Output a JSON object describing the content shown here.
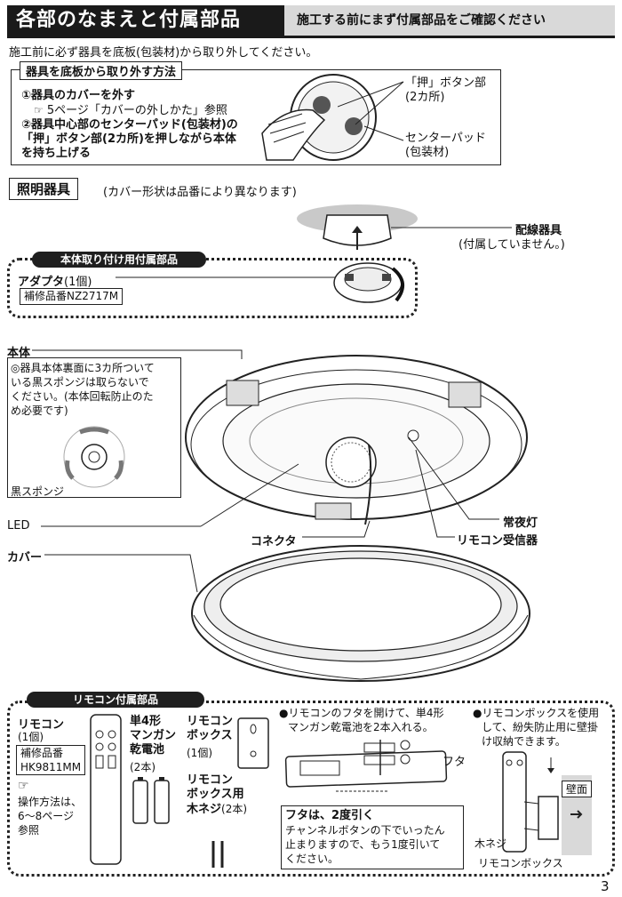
{
  "header": {
    "title": "各部のなまえと付属部品",
    "subtitle": "施工する前にまず付属部品をご確認ください"
  },
  "intro": "施工前に必ず器具を底板(包装材)から取り外してください。",
  "removal": {
    "title": "器具を底板から取り外す方法",
    "step1": "①器具のカバーを外す",
    "step1_ref": "5ページ「カバーの外しかた」参照",
    "step2_l1": "②器具中心部のセンターパッド(包装材)の",
    "step2_l2": "「押」ボタン部(2カ所)を押しながら本体",
    "step2_l3": "を持ち上げる",
    "callout_push_l1": "「押」ボタン部",
    "callout_push_l2": "(2カ所)",
    "callout_pad_l1": "センターパッド",
    "callout_pad_l2": "(包装材)"
  },
  "fixture": {
    "title": "照明器具",
    "note": "(カバー形状は品番により異なります)",
    "wiring_l1": "配線器具",
    "wiring_l2": "(付属していません。)",
    "mount_parts": "本体取り付け用付属部品",
    "adapter": "アダプタ",
    "adapter_qty": "(1個)",
    "adapter_part": "補修品番NZ2717M",
    "body": "本体",
    "body_note_l1": "◎器具本体裏面に3カ所ついて",
    "body_note_l2": "いる黒スポンジは取らないで",
    "body_note_l3": "ください。(本体回転防止のた",
    "body_note_l4": "め必要です)",
    "sponge": "黒スポンジ",
    "led": "LED",
    "connector": "コネクタ",
    "nightlight": "常夜灯",
    "receiver": "リモコン受信器",
    "cover": "カバー"
  },
  "remote": {
    "title": "リモコン付属部品",
    "remote_name": "リモコン",
    "remote_qty": "(1個)",
    "remote_part_l1": "補修品番",
    "remote_part_l2": "HK9811MM",
    "ops_l1": "操作方法は、",
    "ops_l2": "6〜8ページ",
    "ops_l3": "参照",
    "battery_l1": "単4形",
    "battery_l2": "マンガン",
    "battery_l3": "乾電池",
    "battery_qty": "(2本)",
    "box_l1": "リモコン",
    "box_l2": "ボックス",
    "box_qty": "(1個)",
    "screw_l1": "リモコン",
    "screw_l2": "ボックス用",
    "screw_l3": "木ネジ",
    "screw_qty": "(2本)",
    "insert_l1": "●リモコンのフタを開けて、単4形",
    "insert_l2": "マンガン乾電池を2本入れる。",
    "lid": "フタ",
    "lid_note_title": "フタは、2度引く",
    "lid_note_l1": "チャンネルボタンの下でいったん",
    "lid_note_l2": "止まりますので、もう1度引いて",
    "lid_note_l3": "ください。",
    "wall_l1": "●リモコンボックスを使用",
    "wall_l2": "して、紛失防止用に壁掛",
    "wall_l3": "け収納できます。",
    "wall": "壁面",
    "wood_screw": "木ネジ",
    "remote_box": "リモコンボックス"
  },
  "page_number": "3"
}
